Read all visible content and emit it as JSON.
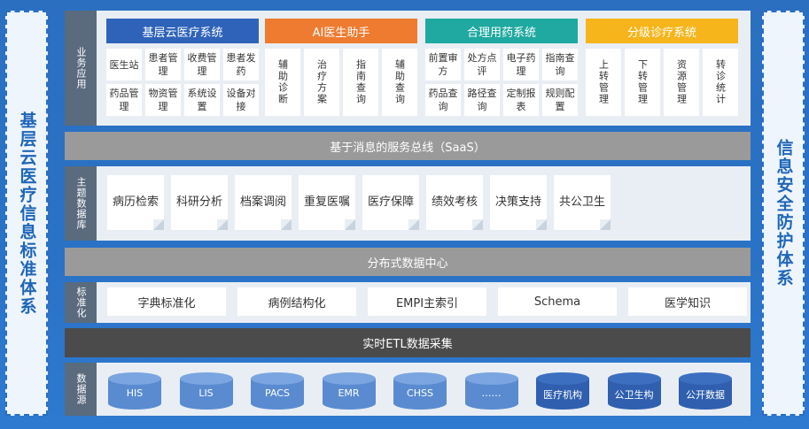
{
  "left_title": "基层云医疗信息标准体系",
  "right_title": "信息安全防护体系",
  "colors": {
    "blue_head": "#2f63b9",
    "orange_head": "#ee7b30",
    "teal_head": "#1fa9a0",
    "yellow_head": "#f5b51b",
    "db_light": "#5a8bd0",
    "db_dark": "#2f5fae"
  },
  "business": {
    "label": "业务应用",
    "systems": [
      {
        "title": "基层云医疗系统",
        "items": [
          "医生站",
          "患者管理",
          "收费管理",
          "患者发药",
          "药品管理",
          "物资管理",
          "系统设置",
          "设备对接"
        ]
      },
      {
        "title": "AI医生助手",
        "items": [
          "辅助诊断",
          "治疗方案",
          "指南查询",
          "辅助查询"
        ]
      },
      {
        "title": "合理用药系统",
        "items": [
          "前置审方",
          "处方点评",
          "电子药理",
          "指南查询",
          "药品查询",
          "路径查询",
          "定制报表",
          "规则配置"
        ]
      },
      {
        "title": "分级诊疗系统",
        "items": [
          "上转管理",
          "下转管理",
          "资源管理",
          "转诊统计"
        ]
      }
    ]
  },
  "bus": "基于消息的服务总线（SaaS）",
  "topic": {
    "label": "主题数据库",
    "items": [
      "病历检索",
      "科研分析",
      "档案调阅",
      "重复医嘱",
      "医疗保障",
      "绩效考核",
      "决策支持",
      "共公卫生"
    ]
  },
  "data_center": "分布式数据中心",
  "standard": {
    "label": "标准化",
    "items": [
      "字典标准化",
      "病例结构化",
      "EMPI主索引",
      "Schema",
      "医学知识"
    ]
  },
  "etl": "实时ETL数据采集",
  "sources": {
    "label": "数据源",
    "items": [
      "HIS",
      "LIS",
      "PACS",
      "EMR",
      "CHSS",
      "……",
      "医疗机构",
      "公卫生构",
      "公开数据"
    ]
  }
}
